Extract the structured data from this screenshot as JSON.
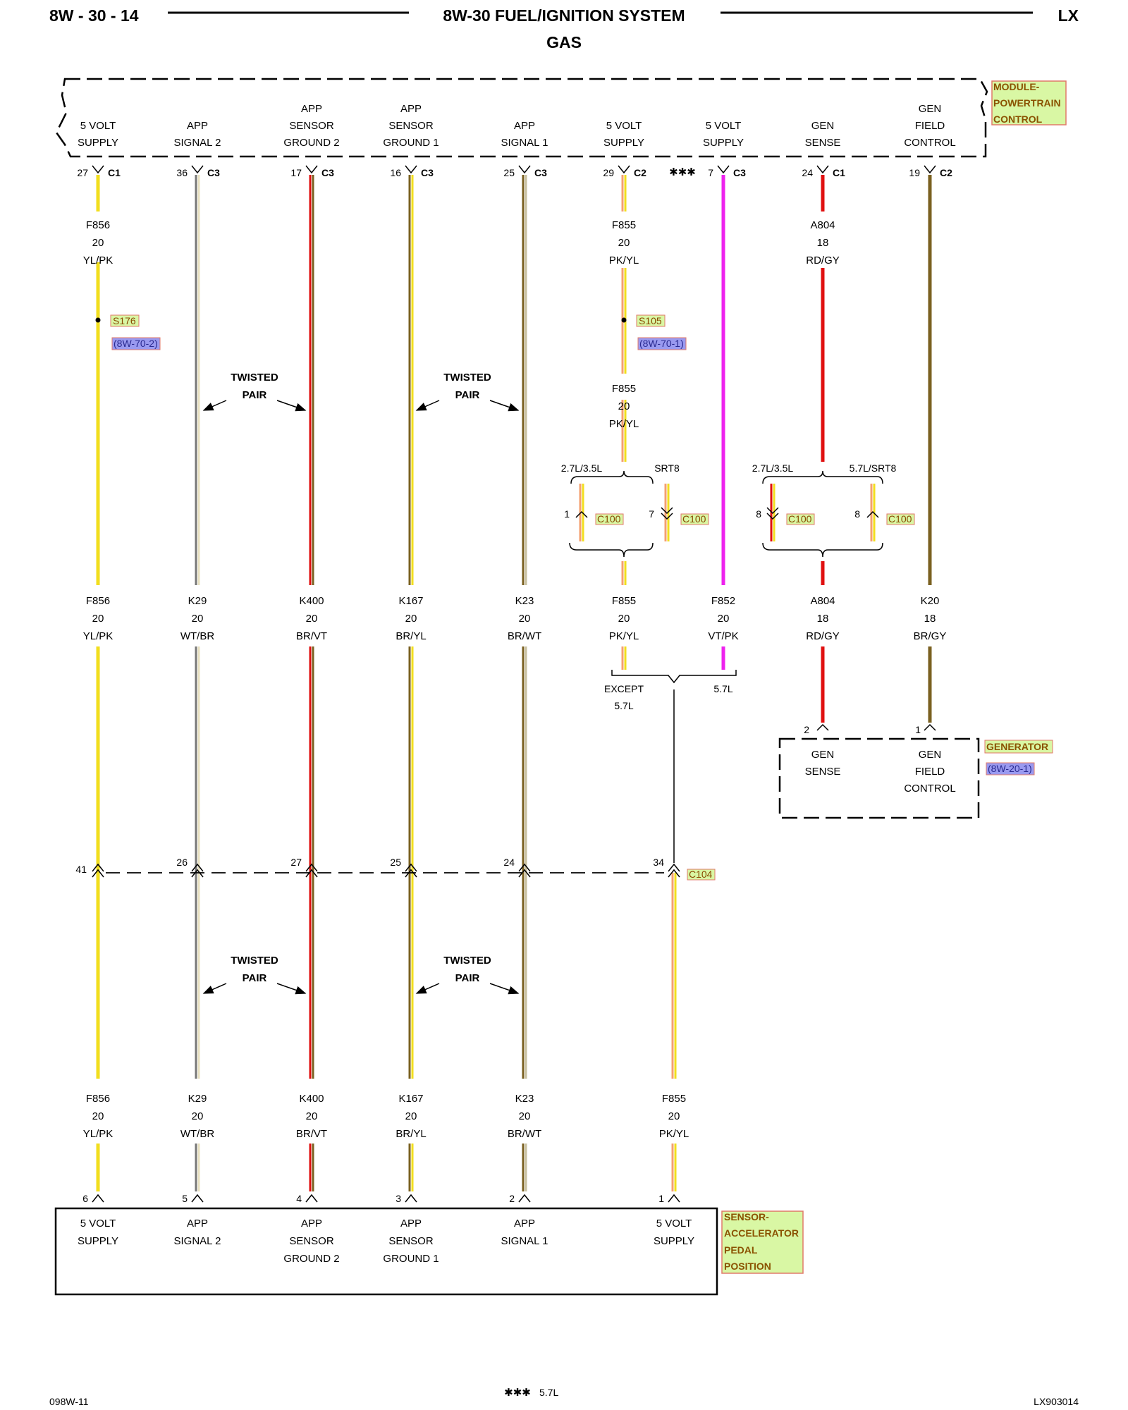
{
  "header": {
    "page_ref": "8W - 30 - 14",
    "title": "8W-30 FUEL/IGNITION SYSTEM",
    "subtitle": "GAS",
    "vehicle": "LX"
  },
  "footer": {
    "left": "098W-11",
    "note_symbol": "✱✱✱",
    "note_text": "5.7L",
    "right": "LX903014"
  },
  "pcm": {
    "name": [
      "MODULE-",
      "POWERTRAIN",
      "CONTROL"
    ],
    "pins": [
      {
        "lines": [
          "5 VOLT",
          "SUPPLY"
        ],
        "pin": "27",
        "conn": "C1"
      },
      {
        "lines": [
          "APP",
          "SIGNAL 2"
        ],
        "pin": "36",
        "conn": "C3"
      },
      {
        "lines": [
          "APP",
          "SENSOR",
          "GROUND 2"
        ],
        "pin": "17",
        "conn": "C3"
      },
      {
        "lines": [
          "APP",
          "SENSOR",
          "GROUND 1"
        ],
        "pin": "16",
        "conn": "C3"
      },
      {
        "lines": [
          "APP",
          "SIGNAL 1"
        ],
        "pin": "25",
        "conn": "C3"
      },
      {
        "lines": [
          "5 VOLT",
          "SUPPLY"
        ],
        "pin": "29",
        "conn": "C2"
      },
      {
        "lines": [
          "5 VOLT",
          "SUPPLY"
        ],
        "pin": "7",
        "conn": "C3"
      },
      {
        "lines": [
          "GEN",
          "SENSE"
        ],
        "pin": "24",
        "conn": "C1"
      },
      {
        "lines": [
          "GEN",
          "FIELD",
          "CONTROL"
        ],
        "pin": "19",
        "conn": "C2"
      }
    ],
    "stars": "✱✱✱"
  },
  "wire_labels": {
    "top": [
      {
        "lines": [
          "F856",
          "20",
          "YL/PK"
        ]
      },
      {
        "lines": [
          "F855",
          "20",
          "PK/YL"
        ]
      },
      {
        "lines": [
          "A804",
          "18",
          "RD/GY"
        ]
      }
    ],
    "f855_mid": [
      "F855",
      "20",
      "PK/YL"
    ],
    "mid": [
      [
        "F856",
        "20",
        "YL/PK"
      ],
      [
        "K29",
        "20",
        "WT/BR"
      ],
      [
        "K400",
        "20",
        "BR/VT"
      ],
      [
        "K167",
        "20",
        "BR/YL"
      ],
      [
        "K23",
        "20",
        "BR/WT"
      ],
      [
        "F855",
        "20",
        "PK/YL"
      ],
      [
        "F852",
        "20",
        "VT/PK"
      ],
      [
        "A804",
        "18",
        "RD/GY"
      ],
      [
        "K20",
        "18",
        "BR/GY"
      ]
    ],
    "bottom": [
      [
        "F856",
        "20",
        "YL/PK"
      ],
      [
        "K29",
        "20",
        "WT/BR"
      ],
      [
        "K400",
        "20",
        "BR/VT"
      ],
      [
        "K167",
        "20",
        "BR/YL"
      ],
      [
        "K23",
        "20",
        "BR/WT"
      ],
      [
        "F855",
        "20",
        "PK/YL"
      ]
    ]
  },
  "splices": [
    {
      "id": "S176",
      "ref": "(8W-70-2)"
    },
    {
      "id": "S105",
      "ref": "(8W-70-1)"
    }
  ],
  "twisted": [
    "TWISTED",
    "PAIR"
  ],
  "options": {
    "f855_left": "2.7L/3.5L",
    "f855_right": "SRT8",
    "a804_left": "2.7L/3.5L",
    "a804_right": "5.7L/SRT8",
    "except": [
      "EXCEPT",
      "5.7L"
    ],
    "only": "5.7L"
  },
  "c100": {
    "name": "C100",
    "pins": [
      "1",
      "7",
      "8",
      "8"
    ]
  },
  "c104": {
    "name": "C104",
    "pins": [
      "41",
      "26",
      "27",
      "25",
      "24",
      "34"
    ]
  },
  "generator": {
    "name": "GENERATOR",
    "ref": "(8W-20-1)",
    "pins": [
      {
        "pin": "2",
        "lines": [
          "GEN",
          "SENSE"
        ]
      },
      {
        "pin": "1",
        "lines": [
          "GEN",
          "FIELD",
          "CONTROL"
        ]
      }
    ]
  },
  "app_sensor": {
    "name": [
      "SENSOR-",
      "ACCELERATOR",
      "PEDAL",
      "POSITION"
    ],
    "pins": [
      {
        "pin": "6",
        "lines": [
          "5 VOLT",
          "SUPPLY"
        ]
      },
      {
        "pin": "5",
        "lines": [
          "APP",
          "SIGNAL 2"
        ]
      },
      {
        "pin": "4",
        "lines": [
          "APP",
          "SENSOR",
          "GROUND 2"
        ]
      },
      {
        "pin": "3",
        "lines": [
          "APP",
          "SENSOR",
          "GROUND 1"
        ]
      },
      {
        "pin": "2",
        "lines": [
          "APP",
          "SIGNAL 1"
        ]
      },
      {
        "pin": "1",
        "lines": [
          "5 VOLT",
          "SUPPLY"
        ]
      }
    ]
  },
  "colors": {
    "yellow": "#f2de1e",
    "pink": "#f4a070",
    "violet": "#ee22ee",
    "red": "#e01010",
    "brown": "#7a6020",
    "component_label_bg": "#d9f7a4",
    "component_label_border": "#e07a6a",
    "ref_link_bg": "#9a9af0"
  }
}
